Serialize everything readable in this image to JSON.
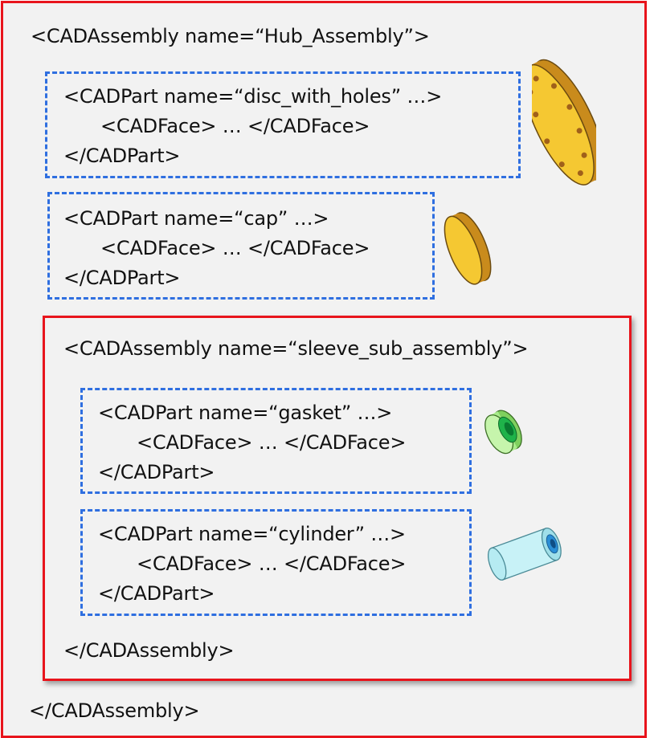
{
  "root": {
    "open_tag": "<CADAssembly name=“Hub_Assembly”>",
    "close_tag": "</CADAssembly>"
  },
  "parts": [
    {
      "open": "<CADPart name=“disc_with_holes” …>",
      "face": "<CADFace> … </CADFace>",
      "close": "</CADPart>",
      "icon": "disc-with-holes-icon"
    },
    {
      "open": "<CADPart name=“cap” …>",
      "face": "<CADFace> … </CADFace>",
      "close": "</CADPart>",
      "icon": "cap-icon"
    }
  ],
  "sub_assembly": {
    "open_tag": "<CADAssembly name=“sleeve_sub_assembly”>",
    "close_tag": "</CADAssembly>",
    "parts": [
      {
        "open": "<CADPart name=“gasket” …>",
        "face": "<CADFace> … </CADFace>",
        "close": "</CADPart>",
        "icon": "gasket-icon"
      },
      {
        "open": "<CADPart name=“cylinder” …>",
        "face": "<CADFace> … </CADFace>",
        "close": "</CADPart>",
        "icon": "cylinder-icon"
      }
    ]
  },
  "colors": {
    "assembly_border": "#e8141c",
    "part_border": "#2f6fe0",
    "disc": "#f5c832",
    "gasket": "#9be87a",
    "cylinder": "#bdeef5"
  }
}
